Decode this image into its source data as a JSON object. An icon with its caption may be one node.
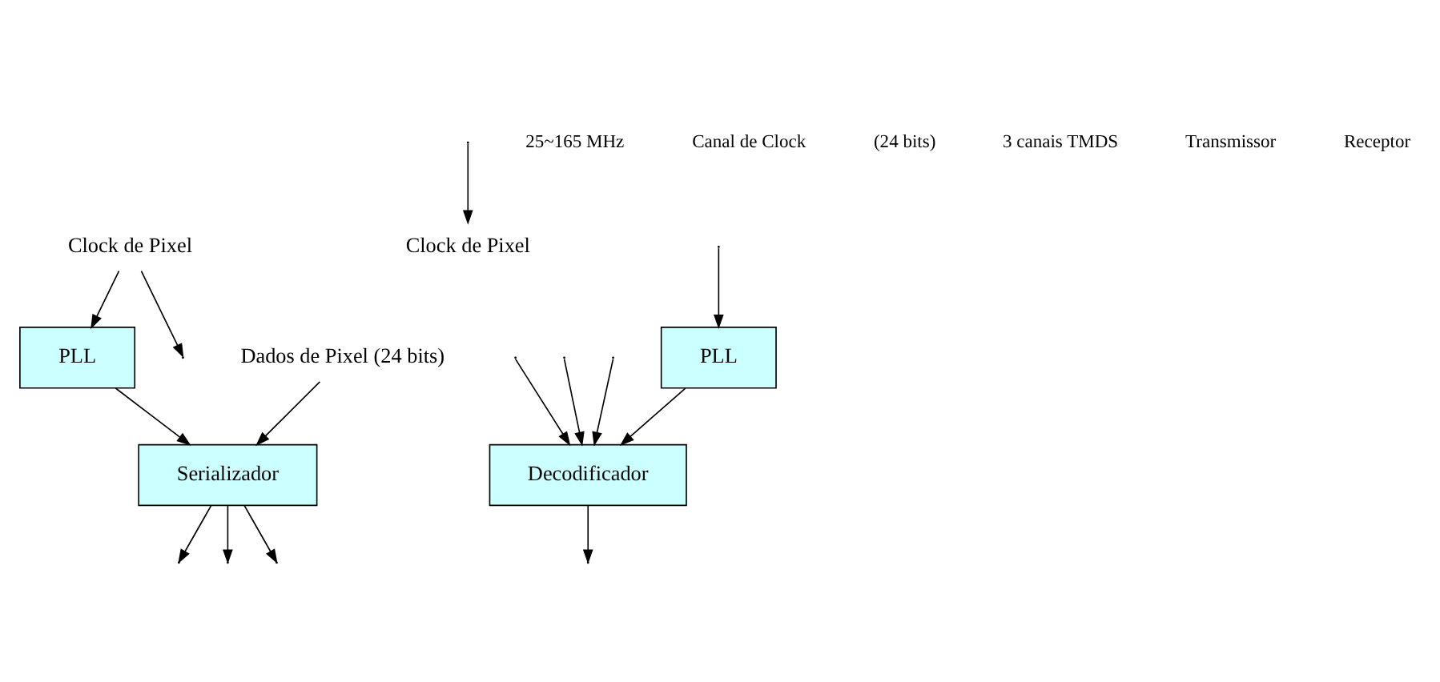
{
  "diagram": {
    "nodes": [
      {
        "text": [
          "Clock de Pixel"
        ]
      },
      {
        "text": [
          "PLL"
        ]
      },
      {
        "text": [
          "Dados de Pixel (24 bits)"
        ]
      },
      {
        "text": [
          "Serializador"
        ]
      },
      {
        "text": [
          "Clock de Pixel"
        ]
      },
      {
        "text": [
          "PLL"
        ]
      },
      {
        "text": [
          "Decodificador"
        ]
      }
    ],
    "edges": [
      {
        "from": 0,
        "to": null,
        "arrow": "to"
      },
      {
        "from": 0,
        "to": 1,
        "arrow": "to"
      },
      {
        "from": 1,
        "to": 3,
        "arrow": "to"
      },
      {
        "from": 2,
        "to": 3,
        "arrow": "to"
      },
      {
        "from": 3,
        "to": null,
        "arrow": "to"
      },
      {
        "from": 3,
        "to": null,
        "arrow": "to"
      },
      {
        "from": 3,
        "to": null,
        "arrow": "to"
      },
      {
        "from": null,
        "to": 6,
        "arrow": "to"
      },
      {
        "from": null,
        "to": 6,
        "arrow": "to"
      },
      {
        "from": null,
        "to": 6,
        "arrow": "to"
      },
      {
        "from": null,
        "to": 4,
        "arrow": "to"
      },
      {
        "from": null,
        "to": 5,
        "arrow": "to"
      },
      {
        "from": 5,
        "to": 6,
        "arrow": "to"
      },
      {
        "from": 6,
        "to": null,
        "arrow": "to"
      }
    ],
    "labels": [
      "25~165 MHz",
      "Canal de Clock",
      "(24 bits)",
      "3 canais TMDS",
      "Transmissor",
      "Receptor"
    ]
  }
}
